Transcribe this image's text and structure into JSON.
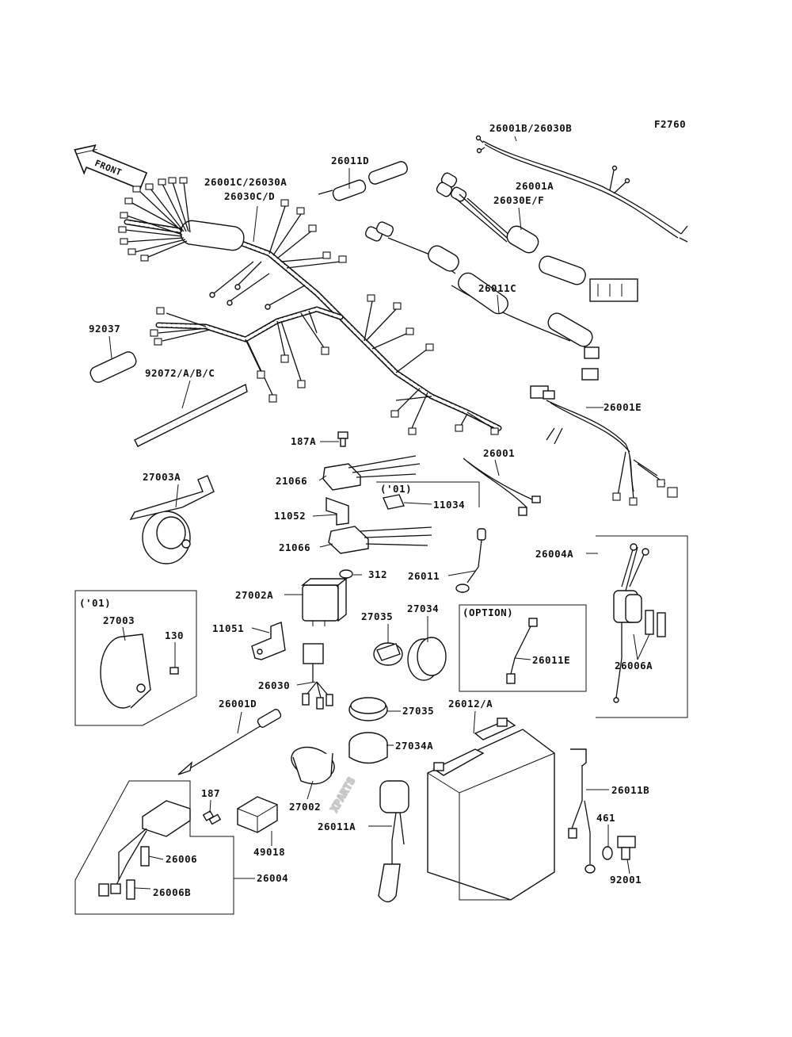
{
  "figure_code": "F2760",
  "front_label": "FRONT",
  "watermark": "XPARTS",
  "labels": [
    {
      "key": "l1",
      "text": "26001B/26030B"
    },
    {
      "key": "l2",
      "text": "26011D"
    },
    {
      "key": "l3",
      "text": "26001C/26030A"
    },
    {
      "key": "l4",
      "text": "26030C/D"
    },
    {
      "key": "l5",
      "text": "26001A"
    },
    {
      "key": "l6",
      "text": "26030E/F"
    },
    {
      "key": "l7",
      "text": "92037"
    },
    {
      "key": "l8",
      "text": "26011C"
    },
    {
      "key": "l9",
      "text": "92072/A/B/C"
    },
    {
      "key": "l10",
      "text": "26001E"
    },
    {
      "key": "l11",
      "text": "187A"
    },
    {
      "key": "l12",
      "text": "26001"
    },
    {
      "key": "l13",
      "text": "27003A"
    },
    {
      "key": "l14",
      "text": "21066"
    },
    {
      "key": "l15",
      "text": "('01)"
    },
    {
      "key": "l16",
      "text": "11034"
    },
    {
      "key": "l17",
      "text": "11052"
    },
    {
      "key": "l18",
      "text": "21066"
    },
    {
      "key": "l19",
      "text": "26004A"
    },
    {
      "key": "l20",
      "text": "312"
    },
    {
      "key": "l21",
      "text": "26011"
    },
    {
      "key": "l22",
      "text": "27002A"
    },
    {
      "key": "l23",
      "text": "('01)"
    },
    {
      "key": "l24",
      "text": "27035"
    },
    {
      "key": "l25",
      "text": "27034"
    },
    {
      "key": "l26",
      "text": "(OPTION)"
    },
    {
      "key": "l27",
      "text": "27003"
    },
    {
      "key": "l28",
      "text": "130"
    },
    {
      "key": "l29",
      "text": "11051"
    },
    {
      "key": "l30",
      "text": "26011E"
    },
    {
      "key": "l31",
      "text": "26006A"
    },
    {
      "key": "l32",
      "text": "26030"
    },
    {
      "key": "l33",
      "text": "26001D"
    },
    {
      "key": "l34",
      "text": "27035"
    },
    {
      "key": "l35",
      "text": "26012/A"
    },
    {
      "key": "l36",
      "text": "27034A"
    },
    {
      "key": "l37",
      "text": "187"
    },
    {
      "key": "l38",
      "text": "27002"
    },
    {
      "key": "l39",
      "text": "26011B"
    },
    {
      "key": "l40",
      "text": "26011A"
    },
    {
      "key": "l41",
      "text": "461"
    },
    {
      "key": "l42",
      "text": "49018"
    },
    {
      "key": "l43",
      "text": "26006"
    },
    {
      "key": "l44",
      "text": "26004"
    },
    {
      "key": "l45",
      "text": "92001"
    },
    {
      "key": "l46",
      "text": "26006B"
    }
  ]
}
